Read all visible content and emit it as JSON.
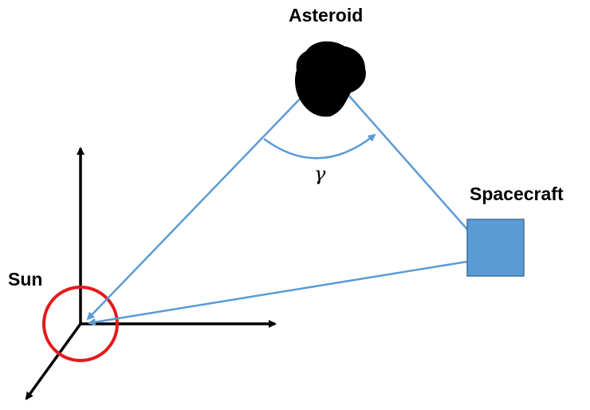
{
  "labels": {
    "asteroid": "Asteroid",
    "spacecraft": "Spacecraft",
    "sun": "Sun",
    "angle": "γ"
  },
  "colors": {
    "sight_lines": "#5b9bd5",
    "spacecraft_fill": "#5b9bd5",
    "spacecraft_border": "#41719c",
    "sun_ring": "#e31a1c",
    "axes": "#000000",
    "asteroid": "#000000"
  }
}
